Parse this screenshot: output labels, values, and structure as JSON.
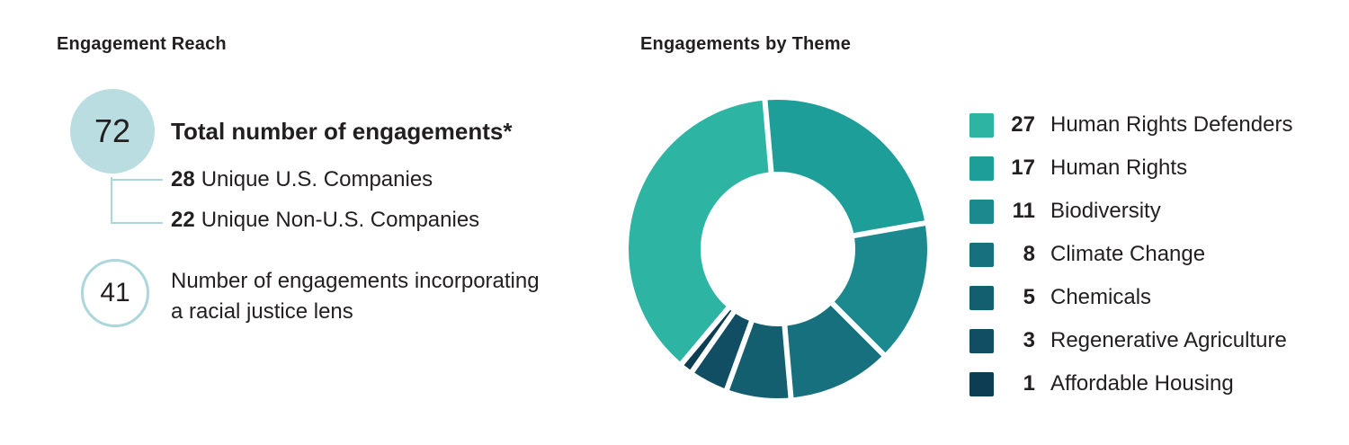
{
  "colors": {
    "text": "#231f20",
    "total_circle_fill": "#b9dde0",
    "outline_circle_stroke": "#abd7da",
    "connector": "#abd7da"
  },
  "left": {
    "heading": "Engagement Reach",
    "total_value": "72",
    "total_label": "Total number of engagements*",
    "sub_items": [
      {
        "value": "28",
        "label": "Unique U.S. Companies"
      },
      {
        "value": "22",
        "label": "Unique Non-U.S. Companies"
      }
    ],
    "racial_value": "41",
    "racial_label_line1": "Number of engagements incorporating",
    "racial_label_line2": "a racial justice lens"
  },
  "right": {
    "heading": "Engagements by Theme"
  },
  "chart_data": {
    "type": "pie",
    "subtype": "donut",
    "title": "Engagements by Theme",
    "categories": [
      "Human Rights Defenders",
      "Human Rights",
      "Biodiversity",
      "Climate Change",
      "Chemicals",
      "Regenerative Agriculture",
      "Affordable Housing"
    ],
    "values": [
      27,
      17,
      11,
      8,
      5,
      3,
      1
    ],
    "total": 72,
    "colors": [
      "#2db4a3",
      "#1d9e99",
      "#1b898e",
      "#16707d",
      "#135f70",
      "#114e63",
      "#0d3d53"
    ],
    "start_angle_deg": 220,
    "clockwise": true,
    "legend_position": "right"
  }
}
